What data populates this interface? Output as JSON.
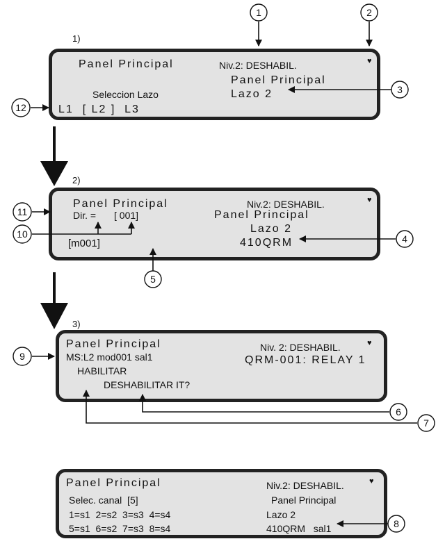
{
  "steps": [
    "1)",
    "2)",
    "3)"
  ],
  "callouts": [
    "1",
    "2",
    "3",
    "4",
    "5",
    "6",
    "7",
    "8",
    "9",
    "10",
    "11",
    "12"
  ],
  "heart_glyph": "♥",
  "panel1": {
    "title": "Panel Principal",
    "level": "Niv.2: DESHABIL.",
    "right_line1": "Panel Principal",
    "right_line2": "Lazo 2",
    "select_label": "Seleccion Lazo",
    "loops": "L1  [ L2 ]  L3"
  },
  "panel2": {
    "title": "Panel Principal",
    "dir_label": "Dir. =",
    "dir_value": "[ 001]",
    "module": "[m001]",
    "level": "Niv.2: DESHABIL.",
    "right_line1": "Panel Principal",
    "right_line2": "Lazo 2",
    "right_line3": "410QRM"
  },
  "panel3": {
    "title": "Panel Principal",
    "ms_line": "MS:L2 mod001 sal1",
    "enable": "HABILITAR",
    "disable": "DESHABILITAR IT?",
    "level": "Niv. 2: DESHABIL.",
    "relay": "QRM-001: RELAY 1"
  },
  "panel4": {
    "title": "Panel Principal",
    "channel_select": "Selec. canal  [5]",
    "map_line1": "1=s1  2=s2  3=s3  4=s4",
    "map_line2": "5=s1  6=s2  7=s3  8=s4",
    "level": "Niv.2: DESHABIL.",
    "right_line1": "Panel Principal",
    "right_line2": "Lazo 2",
    "right_line3": "410QRM   sal1"
  }
}
